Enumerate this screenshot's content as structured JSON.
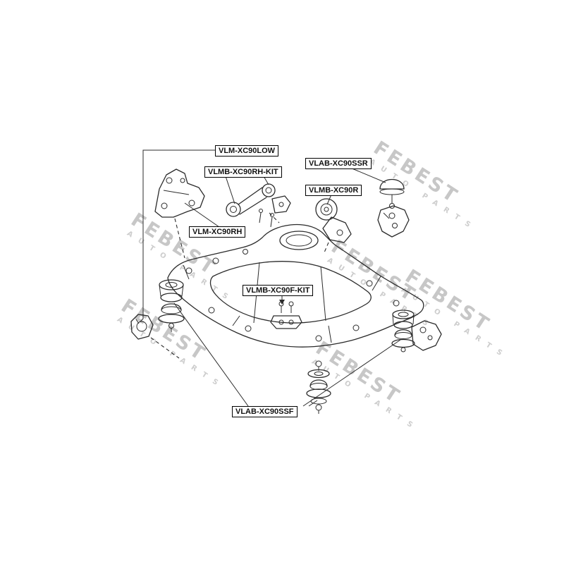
{
  "diagram": {
    "background": "#ffffff",
    "line_color": "#2b2b2b",
    "watermark_color": "#c7c7c7",
    "watermark": {
      "brand": "FEBEST",
      "sub1": "AUTO",
      "sub2": "PARTS"
    },
    "labels": [
      {
        "id": "vlm-xc90low",
        "text": "VLM-XC90LOW"
      },
      {
        "id": "vlmb-xc90rh-kit",
        "text": "VLMB-XC90RH-KIT"
      },
      {
        "id": "vlab-xc90ssr",
        "text": "VLAB-XC90SSR"
      },
      {
        "id": "vlmb-xc90r",
        "text": "VLMB-XC90R"
      },
      {
        "id": "vlm-xc90rh",
        "text": "VLM-XC90RH"
      },
      {
        "id": "vlmb-xc90f-kit",
        "text": "VLMB-XC90F-KIT"
      },
      {
        "id": "vlab-xc90ssf",
        "text": "VLAB-XC90SSF"
      }
    ]
  }
}
